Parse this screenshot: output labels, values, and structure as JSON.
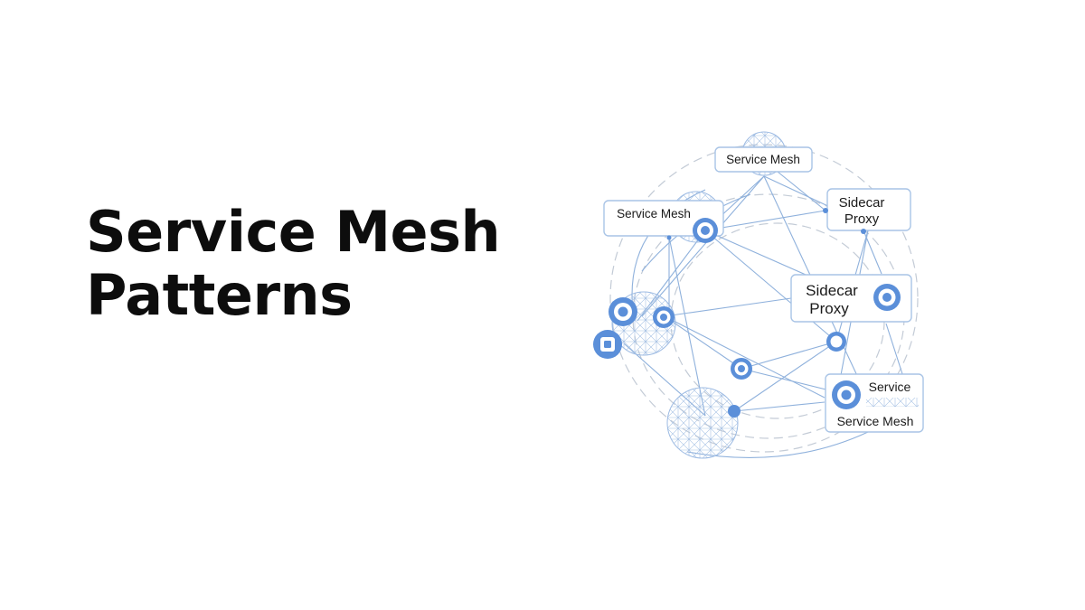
{
  "slide": {
    "title_line1": "Service Mesh",
    "title_line2": "Patterns"
  },
  "diagram": {
    "labels": {
      "top": "Service Mesh",
      "left": "Service Mesh",
      "right_top_line1": "Sidecar",
      "right_top_line2": "Proxy",
      "right_mid_line1": "Sidecar",
      "right_mid_line2": "Proxy",
      "right_bottom_line1": "Service",
      "right_bottom_line2": "Service Mesh"
    },
    "colors": {
      "accent": "#5b8fd9",
      "line": "#8fb1dc",
      "box_border": "#a9c4e6",
      "ring": "#c3cbd6",
      "text": "#0d0d0d"
    },
    "icons": [
      "proxy-node-icon",
      "mesh-sphere-icon",
      "service-square-icon"
    ]
  }
}
